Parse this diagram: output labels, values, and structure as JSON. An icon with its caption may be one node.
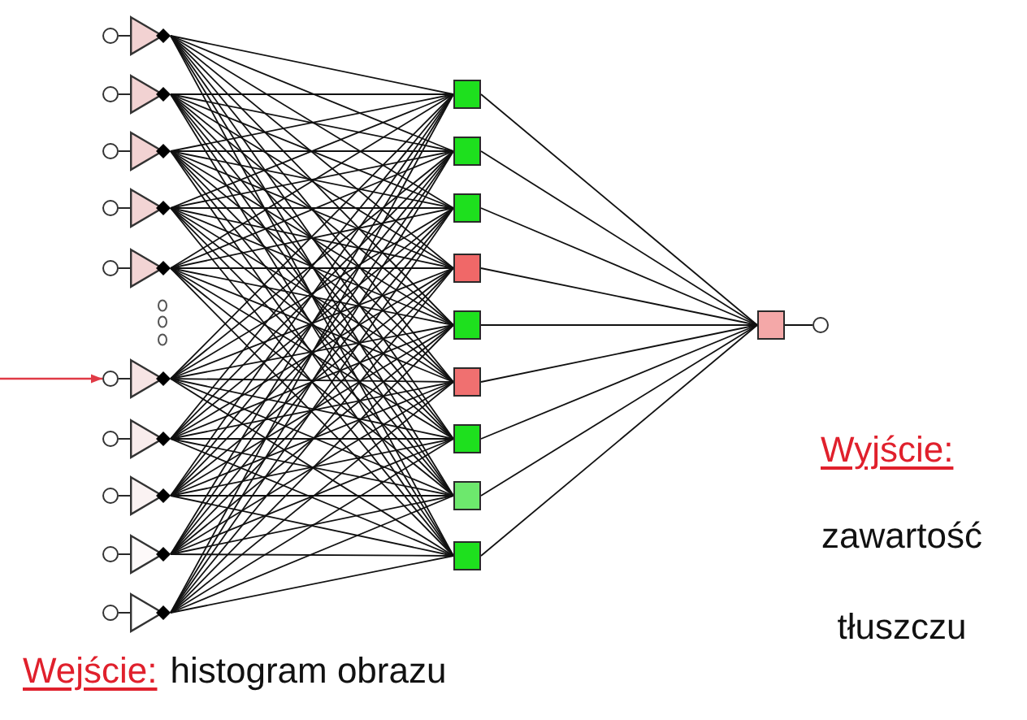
{
  "diagram": {
    "nodes": [
      {
        "text": [],
        "shape": "circle"
      },
      {
        "text": [],
        "shape": "circle"
      },
      {
        "text": [],
        "shape": "circle"
      },
      {
        "text": [],
        "shape": "circle"
      },
      {
        "text": [],
        "shape": "circle"
      },
      {
        "text": [],
        "shape": "circle"
      },
      {
        "text": [],
        "shape": "circle"
      },
      {
        "text": [],
        "shape": "circle"
      },
      {
        "text": [],
        "shape": "circle"
      },
      {
        "text": [],
        "shape": "circle"
      },
      {
        "text": [],
        "shape": "triangle"
      },
      {
        "text": [],
        "shape": "triangle"
      },
      {
        "text": [],
        "shape": "triangle"
      },
      {
        "text": [],
        "shape": "triangle"
      },
      {
        "text": [],
        "shape": "triangle"
      },
      {
        "text": [],
        "shape": "triangle"
      },
      {
        "text": [],
        "shape": "triangle"
      },
      {
        "text": [],
        "shape": "triangle"
      },
      {
        "text": [],
        "shape": "triangle"
      },
      {
        "text": [],
        "shape": "triangle"
      },
      {
        "text": [],
        "shape": "box"
      },
      {
        "text": [],
        "shape": "box"
      },
      {
        "text": [],
        "shape": "box"
      },
      {
        "text": [],
        "shape": "box"
      },
      {
        "text": [],
        "shape": "box"
      },
      {
        "text": [],
        "shape": "box"
      },
      {
        "text": [],
        "shape": "box"
      },
      {
        "text": [],
        "shape": "box"
      },
      {
        "text": [],
        "shape": "box"
      },
      {
        "text": [],
        "shape": "box"
      },
      {
        "text": [],
        "shape": "circle"
      }
    ],
    "edges": [
      {
        "from": 0,
        "to": 10,
        "arrow": "none"
      },
      {
        "from": 1,
        "to": 11,
        "arrow": "none"
      },
      {
        "from": 2,
        "to": 12,
        "arrow": "none"
      },
      {
        "from": 3,
        "to": 13,
        "arrow": "none"
      },
      {
        "from": 4,
        "to": 14,
        "arrow": "none"
      },
      {
        "from": 5,
        "to": 15,
        "arrow": "none"
      },
      {
        "from": 6,
        "to": 16,
        "arrow": "none"
      },
      {
        "from": 7,
        "to": 17,
        "arrow": "none"
      },
      {
        "from": 8,
        "to": 18,
        "arrow": "none"
      },
      {
        "from": 9,
        "to": 19,
        "arrow": "none"
      },
      {
        "from": 10,
        "to": 20,
        "arrow": "none"
      },
      {
        "from": 10,
        "to": 21,
        "arrow": "none"
      },
      {
        "from": 10,
        "to": 22,
        "arrow": "none"
      },
      {
        "from": 10,
        "to": 23,
        "arrow": "none"
      },
      {
        "from": 10,
        "to": 24,
        "arrow": "none"
      },
      {
        "from": 10,
        "to": 25,
        "arrow": "none"
      },
      {
        "from": 10,
        "to": 26,
        "arrow": "none"
      },
      {
        "from": 10,
        "to": 27,
        "arrow": "none"
      },
      {
        "from": 10,
        "to": 28,
        "arrow": "none"
      },
      {
        "from": 11,
        "to": 20,
        "arrow": "none"
      },
      {
        "from": 11,
        "to": 21,
        "arrow": "none"
      },
      {
        "from": 11,
        "to": 22,
        "arrow": "none"
      },
      {
        "from": 11,
        "to": 23,
        "arrow": "none"
      },
      {
        "from": 11,
        "to": 24,
        "arrow": "none"
      },
      {
        "from": 11,
        "to": 25,
        "arrow": "none"
      },
      {
        "from": 11,
        "to": 26,
        "arrow": "none"
      },
      {
        "from": 11,
        "to": 27,
        "arrow": "none"
      },
      {
        "from": 11,
        "to": 28,
        "arrow": "none"
      },
      {
        "from": 12,
        "to": 20,
        "arrow": "none"
      },
      {
        "from": 12,
        "to": 21,
        "arrow": "none"
      },
      {
        "from": 12,
        "to": 22,
        "arrow": "none"
      },
      {
        "from": 12,
        "to": 23,
        "arrow": "none"
      },
      {
        "from": 12,
        "to": 24,
        "arrow": "none"
      },
      {
        "from": 12,
        "to": 25,
        "arrow": "none"
      },
      {
        "from": 12,
        "to": 26,
        "arrow": "none"
      },
      {
        "from": 12,
        "to": 27,
        "arrow": "none"
      },
      {
        "from": 12,
        "to": 28,
        "arrow": "none"
      },
      {
        "from": 13,
        "to": 20,
        "arrow": "none"
      },
      {
        "from": 13,
        "to": 21,
        "arrow": "none"
      },
      {
        "from": 13,
        "to": 22,
        "arrow": "none"
      },
      {
        "from": 13,
        "to": 23,
        "arrow": "none"
      },
      {
        "from": 13,
        "to": 24,
        "arrow": "none"
      },
      {
        "from": 13,
        "to": 25,
        "arrow": "none"
      },
      {
        "from": 13,
        "to": 26,
        "arrow": "none"
      },
      {
        "from": 13,
        "to": 27,
        "arrow": "none"
      },
      {
        "from": 13,
        "to": 28,
        "arrow": "none"
      },
      {
        "from": 14,
        "to": 20,
        "arrow": "none"
      },
      {
        "from": 14,
        "to": 21,
        "arrow": "none"
      },
      {
        "from": 14,
        "to": 22,
        "arrow": "none"
      },
      {
        "from": 14,
        "to": 23,
        "arrow": "none"
      },
      {
        "from": 14,
        "to": 24,
        "arrow": "none"
      },
      {
        "from": 14,
        "to": 25,
        "arrow": "none"
      },
      {
        "from": 14,
        "to": 26,
        "arrow": "none"
      },
      {
        "from": 14,
        "to": 27,
        "arrow": "none"
      },
      {
        "from": 14,
        "to": 28,
        "arrow": "none"
      },
      {
        "from": 15,
        "to": 20,
        "arrow": "none"
      },
      {
        "from": 15,
        "to": 21,
        "arrow": "none"
      },
      {
        "from": 15,
        "to": 22,
        "arrow": "none"
      },
      {
        "from": 15,
        "to": 23,
        "arrow": "none"
      },
      {
        "from": 15,
        "to": 24,
        "arrow": "none"
      },
      {
        "from": 15,
        "to": 25,
        "arrow": "none"
      },
      {
        "from": 15,
        "to": 26,
        "arrow": "none"
      },
      {
        "from": 15,
        "to": 27,
        "arrow": "none"
      },
      {
        "from": 15,
        "to": 28,
        "arrow": "none"
      },
      {
        "from": 16,
        "to": 20,
        "arrow": "none"
      },
      {
        "from": 16,
        "to": 21,
        "arrow": "none"
      },
      {
        "from": 16,
        "to": 22,
        "arrow": "none"
      },
      {
        "from": 16,
        "to": 23,
        "arrow": "none"
      },
      {
        "from": 16,
        "to": 24,
        "arrow": "none"
      },
      {
        "from": 16,
        "to": 25,
        "arrow": "none"
      },
      {
        "from": 16,
        "to": 26,
        "arrow": "none"
      },
      {
        "from": 16,
        "to": 27,
        "arrow": "none"
      },
      {
        "from": 16,
        "to": 28,
        "arrow": "none"
      },
      {
        "from": 17,
        "to": 20,
        "arrow": "none"
      },
      {
        "from": 17,
        "to": 21,
        "arrow": "none"
      },
      {
        "from": 17,
        "to": 22,
        "arrow": "none"
      },
      {
        "from": 17,
        "to": 23,
        "arrow": "none"
      },
      {
        "from": 17,
        "to": 24,
        "arrow": "none"
      },
      {
        "from": 17,
        "to": 25,
        "arrow": "none"
      },
      {
        "from": 17,
        "to": 26,
        "arrow": "none"
      },
      {
        "from": 17,
        "to": 27,
        "arrow": "none"
      },
      {
        "from": 17,
        "to": 28,
        "arrow": "none"
      },
      {
        "from": 18,
        "to": 20,
        "arrow": "none"
      },
      {
        "from": 18,
        "to": 21,
        "arrow": "none"
      },
      {
        "from": 18,
        "to": 22,
        "arrow": "none"
      },
      {
        "from": 18,
        "to": 23,
        "arrow": "none"
      },
      {
        "from": 18,
        "to": 24,
        "arrow": "none"
      },
      {
        "from": 18,
        "to": 25,
        "arrow": "none"
      },
      {
        "from": 18,
        "to": 26,
        "arrow": "none"
      },
      {
        "from": 18,
        "to": 27,
        "arrow": "none"
      },
      {
        "from": 18,
        "to": 28,
        "arrow": "none"
      },
      {
        "from": 19,
        "to": 20,
        "arrow": "none"
      },
      {
        "from": 19,
        "to": 21,
        "arrow": "none"
      },
      {
        "from": 19,
        "to": 22,
        "arrow": "none"
      },
      {
        "from": 19,
        "to": 23,
        "arrow": "none"
      },
      {
        "from": 19,
        "to": 24,
        "arrow": "none"
      },
      {
        "from": 19,
        "to": 25,
        "arrow": "none"
      },
      {
        "from": 19,
        "to": 26,
        "arrow": "none"
      },
      {
        "from": 19,
        "to": 27,
        "arrow": "none"
      },
      {
        "from": 19,
        "to": 28,
        "arrow": "none"
      },
      {
        "from": 20,
        "to": 29,
        "arrow": "none"
      },
      {
        "from": 21,
        "to": 29,
        "arrow": "none"
      },
      {
        "from": 22,
        "to": 29,
        "arrow": "none"
      },
      {
        "from": 23,
        "to": 29,
        "arrow": "none"
      },
      {
        "from": 24,
        "to": 29,
        "arrow": "none"
      },
      {
        "from": 25,
        "to": 29,
        "arrow": "none"
      },
      {
        "from": 26,
        "to": 29,
        "arrow": "none"
      },
      {
        "from": 27,
        "to": 29,
        "arrow": "none"
      },
      {
        "from": 28,
        "to": 29,
        "arrow": "none"
      },
      {
        "from": 29,
        "to": 30,
        "arrow": "none"
      },
      {
        "from": null,
        "to": 5,
        "arrow": "to",
        "color": "#e03a46"
      }
    ],
    "labels": [
      "Wyjście:",
      "zawartość tłuszczu",
      "Wejście:",
      "histogram obrazu"
    ]
  }
}
